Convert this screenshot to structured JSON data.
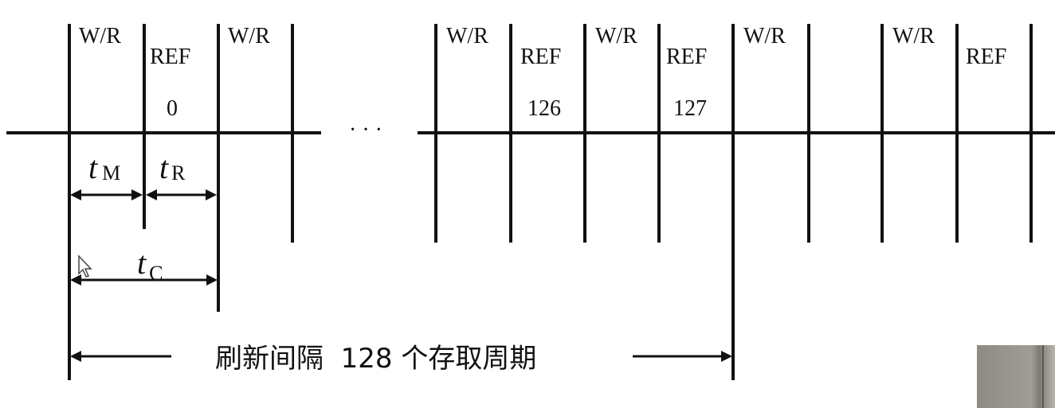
{
  "cycle_labels": {
    "wr": "W/R",
    "ref": "REF"
  },
  "ref_numbers": [
    "0",
    "126",
    "127"
  ],
  "ellipsis": "· · ·",
  "time_labels": {
    "tm_letter": "t",
    "tm_sub": "M",
    "tr_letter": "t",
    "tr_sub": "R",
    "tc_letter": "t",
    "tc_sub": "C"
  },
  "interval_label": "刷新间隔  128 个存取周期",
  "colors": {
    "ink": "#111111",
    "background": "#ffffff"
  },
  "icons": {
    "cursor": "mouse-pointer-icon"
  }
}
